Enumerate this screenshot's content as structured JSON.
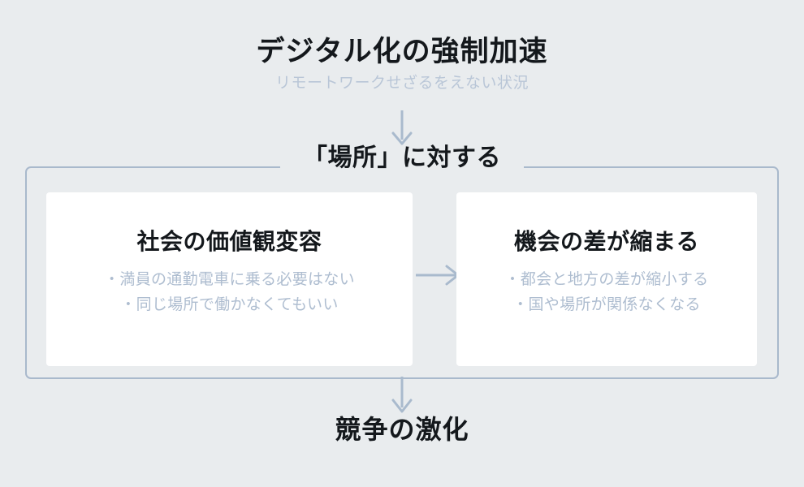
{
  "diagram": {
    "background_color": "#e9ecee",
    "accent_color": "#a9b9cc",
    "muted_text_color": "#b9c6d7",
    "heading": {
      "title": "デジタル化の強制加速",
      "subtitle": "リモートワークせざるをえない状況"
    },
    "group": {
      "legend": "「場所」に対する",
      "cards": [
        {
          "title": "社会の価値観変容",
          "bullets": [
            "・満員の通勤電車に乗る必要はない",
            "・同じ場所で働かなくてもいい"
          ]
        },
        {
          "title": "機会の差が縮まる",
          "bullets": [
            "・都会と地方の差が縮小する",
            "・国や場所が関係なくなる"
          ]
        }
      ]
    },
    "outcome": {
      "label": "競争の激化"
    },
    "connectors": {
      "top_arrow": "arrow-down-icon",
      "middle_arrow": "arrow-right-icon",
      "bottom_arrow": "arrow-down-icon"
    }
  }
}
